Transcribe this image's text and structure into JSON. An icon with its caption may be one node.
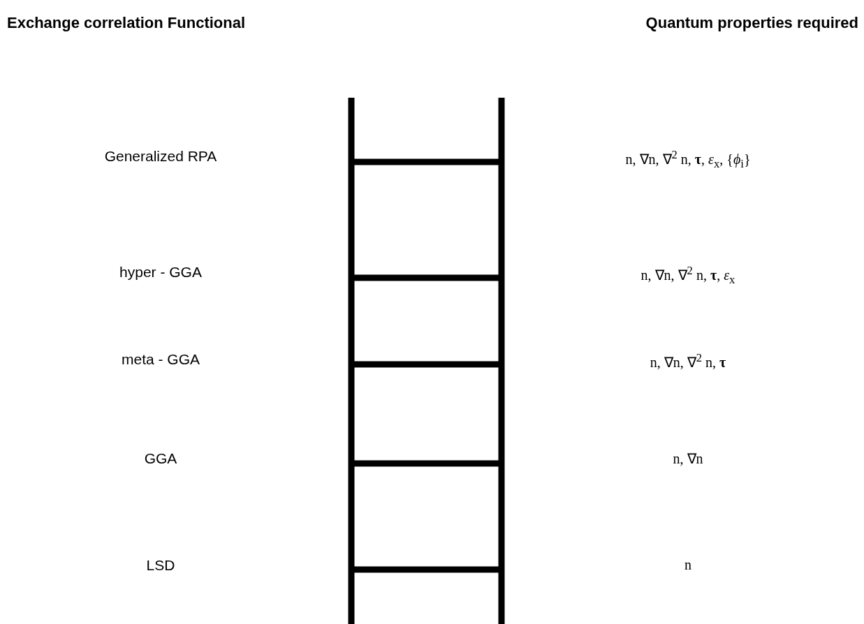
{
  "diagram": {
    "labels": [
      "Exchange correlation Functional",
      "Quantum properties required",
      "Generalized RPA",
      "n, ∇n, ∇$^{2}$ n, **τ**, *ε*$_{x}$, {*ϕ*$_{i}$}",
      "hyper - GGA",
      "n, ∇n, ∇$^{2}$ n, **τ**, *ε*$_{x}$",
      "meta - GGA",
      "n, ∇n, ∇$^{2}$ n, **τ**",
      "GGA",
      "n, ∇n",
      "LSD",
      "n"
    ]
  }
}
